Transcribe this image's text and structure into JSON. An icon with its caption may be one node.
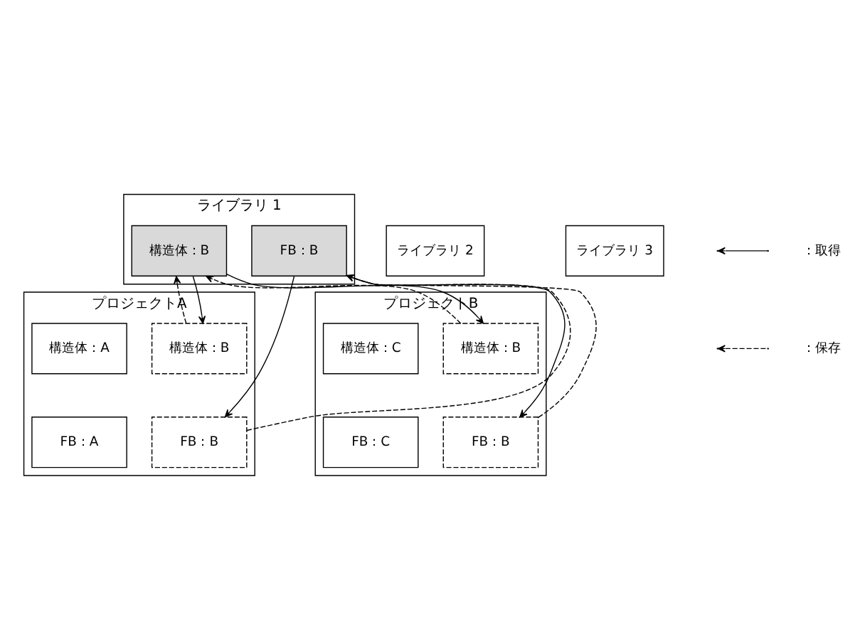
{
  "diagram": {
    "nodes": [
      {
        "text": [
          "ライブラリ 1"
        ]
      },
      {
        "text": [
          "構造体：B"
        ],
        "in": 0
      },
      {
        "text": [
          "FB：B"
        ],
        "in": 0
      },
      {
        "text": [
          "ライブラリ 2"
        ]
      },
      {
        "text": [
          "ライブラリ 3"
        ]
      },
      {
        "text": [
          "プロジェクトA"
        ]
      },
      {
        "text": [
          "構造体：A"
        ],
        "in": 5
      },
      {
        "text": [
          "構造体：B"
        ],
        "in": 5
      },
      {
        "text": [
          "FB：A"
        ],
        "in": 5
      },
      {
        "text": [
          "FB：B"
        ],
        "in": 5
      },
      {
        "text": [
          "プロジェクトB"
        ]
      },
      {
        "text": [
          "構造体：B"
        ],
        "in": 10
      },
      {
        "text": [
          "構造体：C"
        ],
        "in": 10
      },
      {
        "text": [
          "FB：B"
        ],
        "in": 10
      },
      {
        "text": [
          "FB：C"
        ],
        "in": 10
      }
    ],
    "edges": [
      {
        "from": 1,
        "to": 7,
        "arrow": "to"
      },
      {
        "from": 7,
        "to": 1,
        "arrow": "to",
        "style": "dashed"
      },
      {
        "from": 2,
        "to": 9,
        "arrow": "to"
      },
      {
        "from": 9,
        "to": 2,
        "arrow": "to",
        "style": "dashed"
      },
      {
        "from": 1,
        "to": 11,
        "arrow": "to"
      },
      {
        "from": 11,
        "to": 1,
        "arrow": "to",
        "style": "dashed"
      },
      {
        "from": 2,
        "to": 13,
        "arrow": "to"
      },
      {
        "from": 13,
        "to": 2,
        "arrow": "to",
        "style": "dashed"
      }
    ],
    "legend": [
      {
        "text": "：取得"
      },
      {
        "text": "：保存"
      }
    ]
  }
}
